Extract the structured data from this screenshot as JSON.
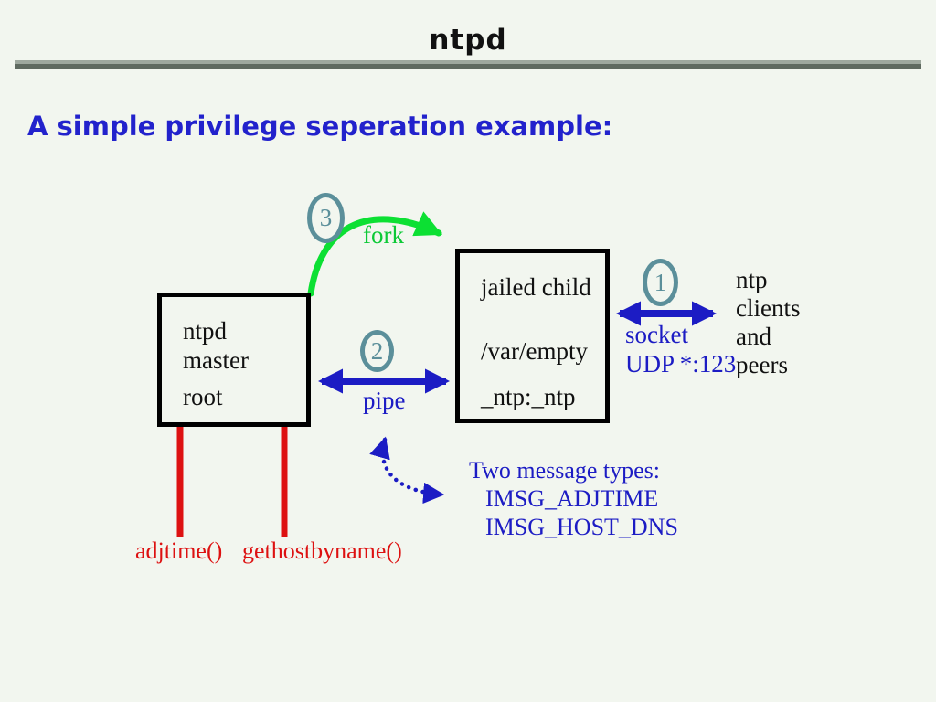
{
  "slide": {
    "title": "ntpd",
    "subtitle": "A simple privilege seperation example:"
  },
  "colors": {
    "background": "#f2f6ef",
    "title_text": "#111111",
    "subtitle_blue": "#2222cc",
    "diagram_blue": "#1c1cc4",
    "fork_green": "#0ce033",
    "syscall_red": "#dd1111",
    "step_badge_teal": "#5b8f9a",
    "rule_gray_top": "#9ea89e",
    "rule_gray_bottom": "#5f6a60"
  },
  "diagram": {
    "master_box": {
      "line1": "ntpd",
      "line2": "master",
      "line3": "root"
    },
    "child_box": {
      "line1": "jailed child",
      "line2": "/var/empty",
      "line3": "_ntp:_ntp"
    },
    "step3": {
      "number": "3",
      "label": "fork"
    },
    "step2": {
      "number": "2",
      "label": "pipe"
    },
    "step1": {
      "number": "1",
      "label_line1": "socket",
      "label_line2": "UDP *:123"
    },
    "network": {
      "line1": "ntp",
      "line2": "clients",
      "line3": "and",
      "line4": "peers"
    },
    "messages": {
      "heading": "Two message types:",
      "item1": "IMSG_ADJTIME",
      "item2": "IMSG_HOST_DNS"
    },
    "syscalls": {
      "call1": "adjtime()",
      "call2": "gethostbyname()"
    }
  }
}
